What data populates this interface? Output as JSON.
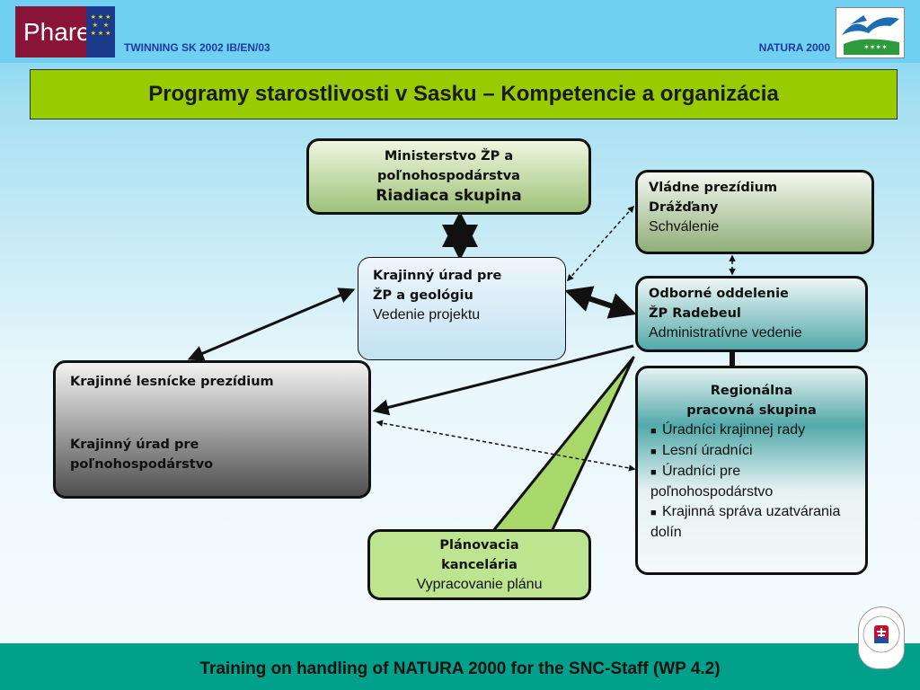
{
  "header": {
    "logo_text": "Phare",
    "left_text": "TWINNING SK 2002 IB/EN/03",
    "right_text": "NATURA 2000"
  },
  "title": "Programy starostlivosti v Sasku – Kompetencie a organizácia",
  "boxes": {
    "ministry": {
      "line1": "Ministerstvo ŽP a",
      "line2": "poľnohospodárstva",
      "line3": "Riadiaca skupina"
    },
    "vlada": {
      "line1": "Vládne prezídium",
      "line2": "Drážďany",
      "line3": "Schválenie"
    },
    "kraj": {
      "line1": "Krajinný úrad pre",
      "line2": "ŽP a geológiu",
      "line3": "Vedenie projektu"
    },
    "odbor": {
      "line1": "Odborné oddelenie",
      "line2": "ŽP Radebeul",
      "line3": "Administratívne vedenie"
    },
    "lesn": {
      "line1": "Krajinné lesnícke prezídium",
      "line2": "Krajinný úrad pre",
      "line3": "poľnohospodárstvo"
    },
    "reg": {
      "line1": "Regionálna",
      "line2": "pracovná skupina",
      "items": [
        "Úradníci krajinnej rady",
        "Lesní úradníci",
        "Úradníci pre poľnohospodárstvo",
        "Krajinná správa uzatvárania dolín"
      ]
    },
    "plan": {
      "line1": "Plánovacia",
      "line2": "kancelária",
      "line3": "Vypracovanie plánu"
    }
  },
  "footer": "Training on handling of NATURA 2000 for the SNC-Staff (WP 4.2)"
}
